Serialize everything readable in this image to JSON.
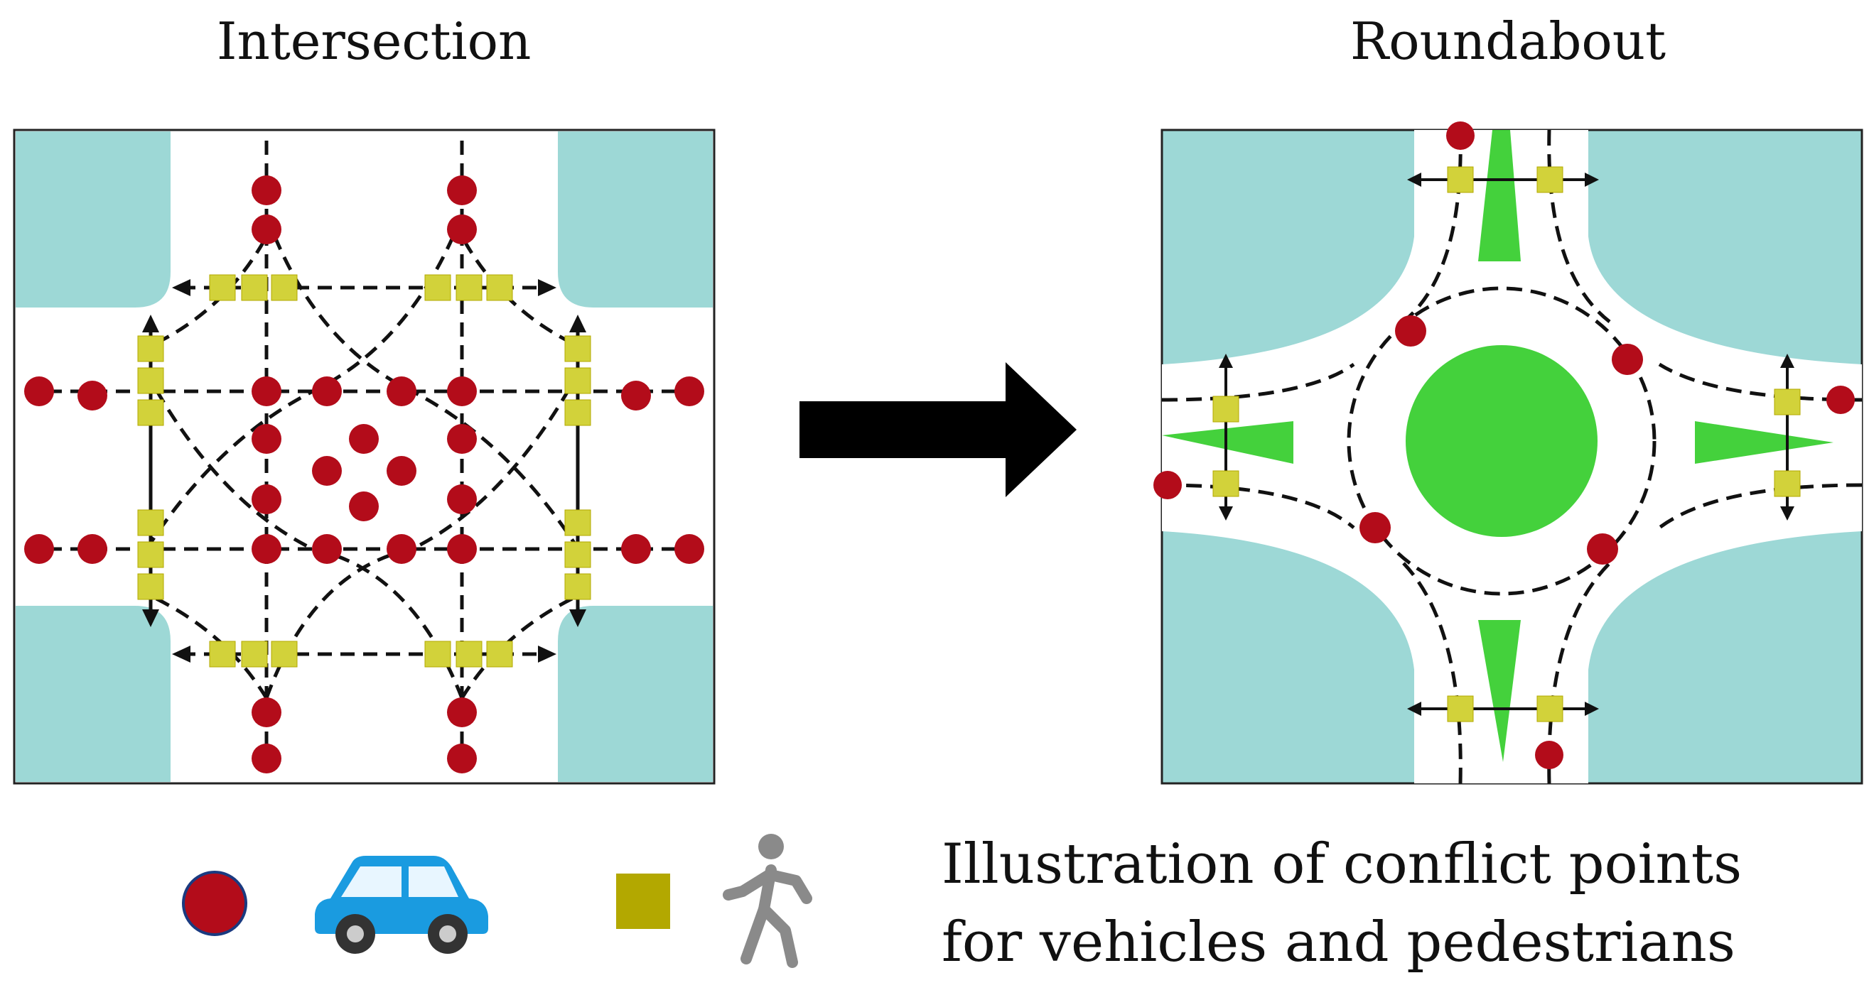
{
  "titles": {
    "left": "Intersection",
    "right": "Roundabout"
  },
  "caption": {
    "line1": "Illustration of conflict points",
    "line2": "for vehicles and pedestrians"
  },
  "legend": [
    {
      "symbol": "red-circle",
      "color": "#b30c1a",
      "icon": "car-icon",
      "icon_color": "#1a9be0"
    },
    {
      "symbol": "olive-square",
      "color": "#b3a800",
      "icon": "pedestrian-icon",
      "icon_color": "#8a8a8a"
    }
  ],
  "colors": {
    "vehicle_conflict": "#b30c1a",
    "pedestrian_conflict": "#d2d23a",
    "corner_block": "#9dd8d6",
    "island": "#44d13c",
    "arrow": "#000000"
  }
}
